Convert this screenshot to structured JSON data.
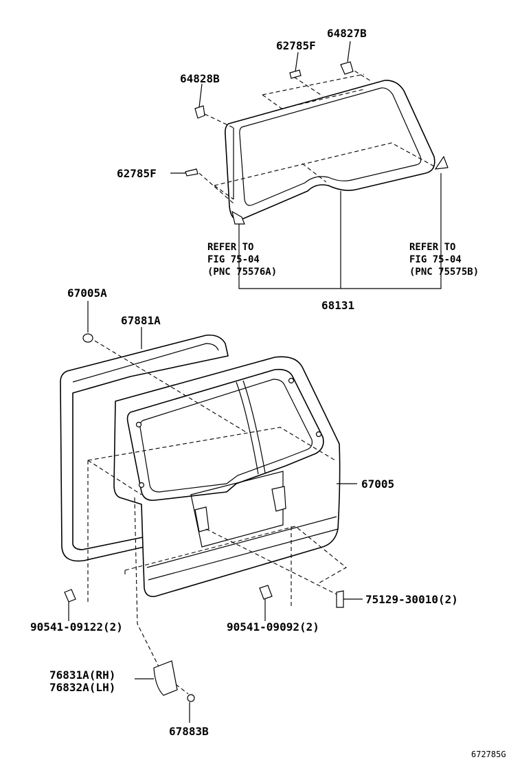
{
  "diagram": {
    "labels": {
      "p64827B": "64827B",
      "p62785F_top": "62785F",
      "p64828B": "64828B",
      "p62785F_left": "62785F",
      "refer_left_1": "REFER TO",
      "refer_left_2": "FIG 75-04",
      "refer_left_3": "(PNC 75576A)",
      "refer_right_1": "REFER TO",
      "refer_right_2": "FIG 75-04",
      "refer_right_3": "(PNC 75575B)",
      "p68131": "68131",
      "p67005A": "67005A",
      "p67881A": "67881A",
      "p67005": "67005",
      "p75129": "75129-30010(2)",
      "p90541_09122": "90541-09122(2)",
      "p90541_09092": "90541-09092(2)",
      "p76831A": "76831A(RH)",
      "p76832A": "76832A(LH)",
      "p67883B": "67883B",
      "code": "672785G"
    }
  }
}
